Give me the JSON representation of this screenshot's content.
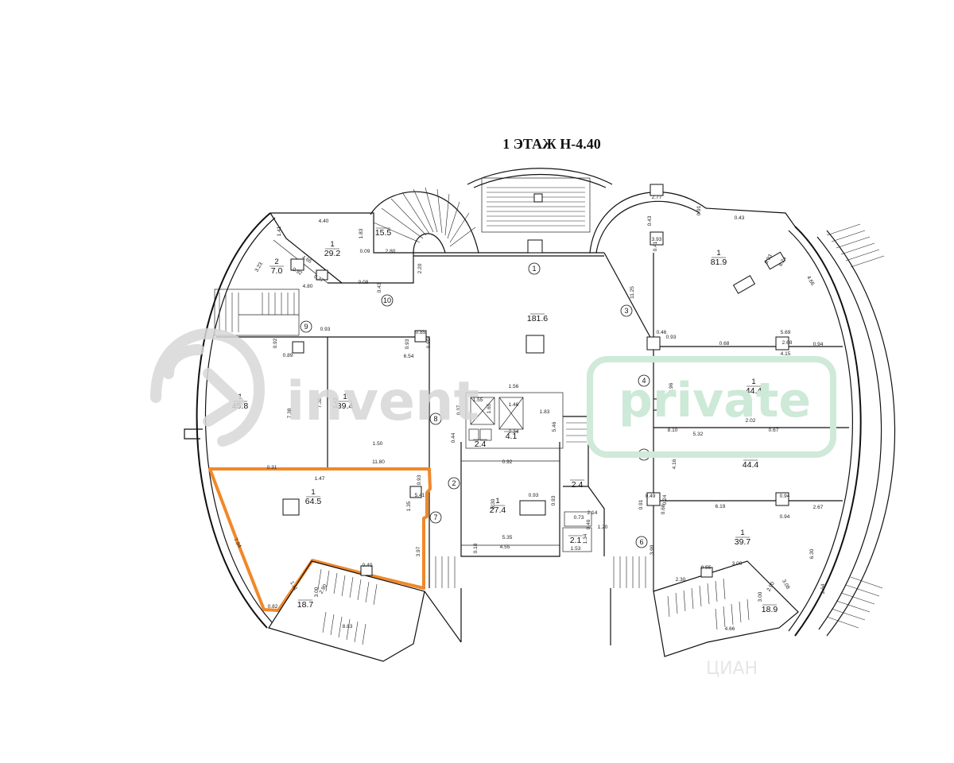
{
  "plan": {
    "title": "1 ЭТАЖ  Н-4.40",
    "highlight_color": "#f0882a",
    "rooms": [
      {
        "num": "1",
        "area": "29.2"
      },
      {
        "num": "2",
        "area": "7.0"
      },
      {
        "num": "",
        "area": "15.5"
      },
      {
        "num": "",
        "area": "181.6"
      },
      {
        "num": "1",
        "area": "81.9"
      },
      {
        "num": "1",
        "area": "45.8"
      },
      {
        "num": "1",
        "area": "39.4"
      },
      {
        "num": "",
        "area": "2.4"
      },
      {
        "num": "",
        "area": "4.1"
      },
      {
        "num": "1",
        "area": "44.4"
      },
      {
        "num": "1",
        "area": "44.4"
      },
      {
        "num": "1",
        "area": "64.5"
      },
      {
        "num": "1",
        "area": "27.4"
      },
      {
        "num": "",
        "area": "2.4"
      },
      {
        "num": "",
        "area": "2.1"
      },
      {
        "num": "1",
        "area": "39.7"
      },
      {
        "num": "",
        "area": "18.7"
      },
      {
        "num": "",
        "area": "18.9"
      }
    ],
    "axes": [
      "1",
      "2",
      "3",
      "4",
      "5",
      "6",
      "7",
      "8",
      "9",
      "10"
    ],
    "dims": [
      "4.40",
      "1.41",
      "1.83",
      "3.23",
      "4.66",
      "0.92",
      "0.37",
      "2.80",
      "0.09",
      "2.20",
      "4.80",
      "0.08",
      "0.43",
      "2.77",
      "0.43",
      "3.93",
      "0.43",
      "0.91",
      "0.41",
      "0.93",
      "8.24",
      "4.66",
      "11.25",
      "0.93",
      "0.85",
      "0.92",
      "0.89",
      "0.93",
      "0.90",
      "6.54",
      "7.38",
      "7.38",
      "5.43",
      "1.56",
      "1.55",
      "1.65",
      "1.46",
      "1.83",
      "0.37",
      "2.34",
      "5.46",
      "1.50",
      "0.44",
      "0.46",
      "0.93",
      "5.69",
      "0.68",
      "2.68",
      "0.94",
      "4.15",
      "0.96",
      "10.78",
      "2.02",
      "8.10",
      "0.67",
      "5.32",
      "0.31",
      "11.80",
      "1.47",
      "0.93",
      "5.41",
      "0.92",
      "1.35",
      "0.93",
      "5.30",
      "0.93",
      "4.16",
      "0.49",
      "6.19",
      "0.94",
      "2.67",
      "0.91",
      "0.94",
      "0.68",
      "2.14",
      "0.73",
      "1.20",
      "0.46",
      "1.34",
      "3.97",
      "5.35",
      "4.55",
      "1.53",
      "7.94",
      "0.40",
      "2.90",
      "1.11",
      "3.00",
      "6.30",
      "0.82",
      "8.83",
      "0.55",
      "3.00",
      "2.30",
      "2.90",
      "3.08",
      "3.00",
      "4.66",
      "2.64",
      "0.18",
      "0.24",
      "3.99"
    ]
  },
  "watermarks": {
    "brand": "invent",
    "tag": "private",
    "source": "ЦИАН"
  }
}
